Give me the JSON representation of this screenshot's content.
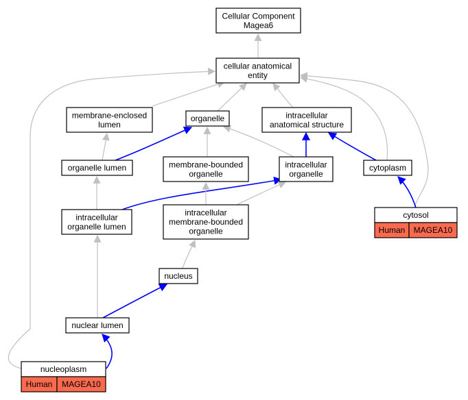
{
  "colors": {
    "annotation_fill": "#fa6a4f",
    "edge_gray": "#c0c0c0",
    "edge_blue": "#0000ff"
  },
  "nodes": {
    "root": [
      "Cellular Component",
      "Magea6"
    ],
    "cae": [
      "cellular anatomical",
      "entity"
    ],
    "mel": [
      "membrane-enclosed",
      "lumen"
    ],
    "org": [
      "organelle"
    ],
    "ias": [
      "intracellular",
      "anatomical structure"
    ],
    "ol": [
      "organelle lumen"
    ],
    "mbo": [
      "membrane-bounded",
      "organelle"
    ],
    "io": [
      "intracellular",
      "organelle"
    ],
    "cyto": [
      "cytoplasm"
    ],
    "iol": [
      "intracellular",
      "organelle lumen"
    ],
    "imbo": [
      "intracellular",
      "membrane-bounded",
      "organelle"
    ],
    "cytosol": [
      "cytosol"
    ],
    "nuc": [
      "nucleus"
    ],
    "nl": [
      "nuclear lumen"
    ],
    "np": [
      "nucleoplasm"
    ]
  },
  "annotations": {
    "cytosol": [
      "Human",
      "MAGEA10"
    ],
    "np": [
      "Human",
      "MAGEA10"
    ]
  }
}
